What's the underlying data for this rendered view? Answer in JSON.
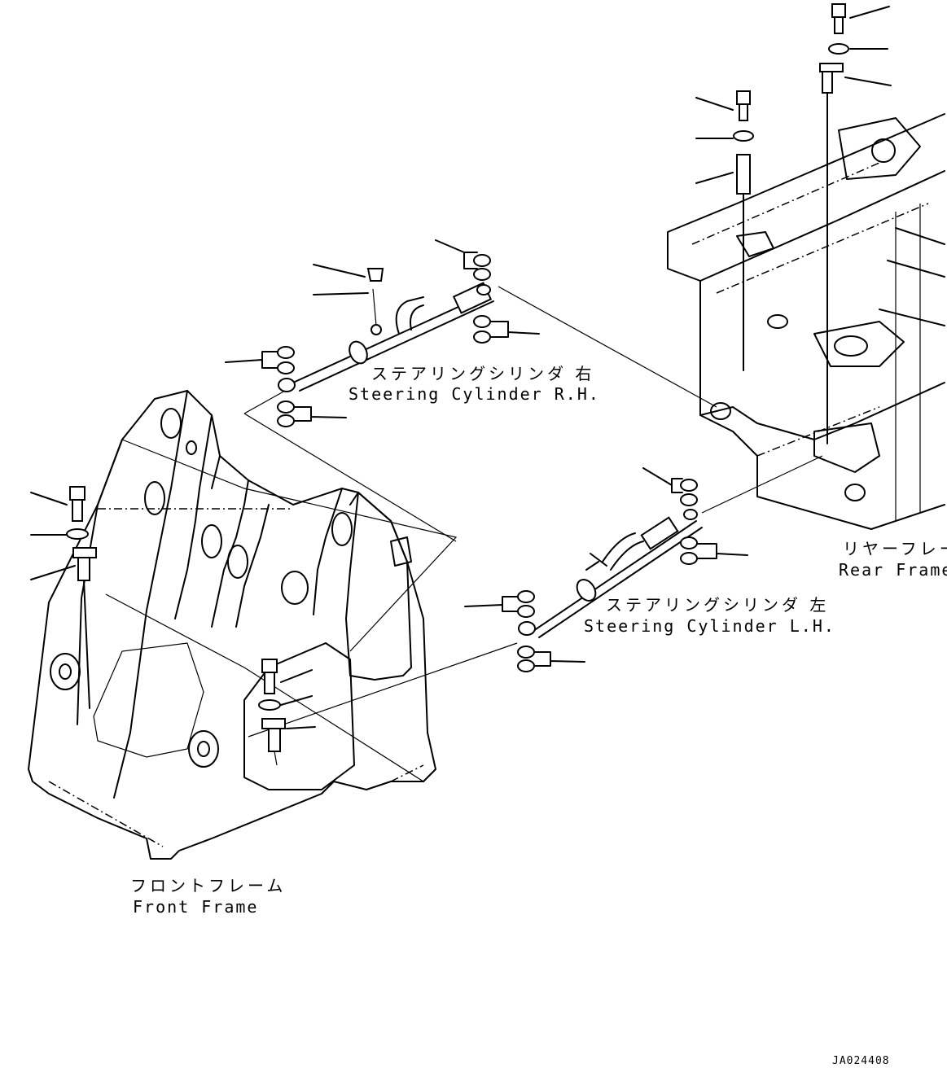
{
  "labels": {
    "steering_rh_jp": "ステアリングシリンダ 右",
    "steering_rh_en": "Steering Cylinder R.H.",
    "steering_lh_jp": "ステアリングシリンダ 左",
    "steering_lh_en": "Steering Cylinder L.H.",
    "rear_frame_jp": "リヤーフレーム",
    "rear_frame_en": "Rear Frame",
    "front_frame_jp": "フロントフレーム",
    "front_frame_en": "Front Frame",
    "drawing_code": "JA024408"
  },
  "colors": {
    "line": "#000000",
    "background": "#ffffff"
  }
}
